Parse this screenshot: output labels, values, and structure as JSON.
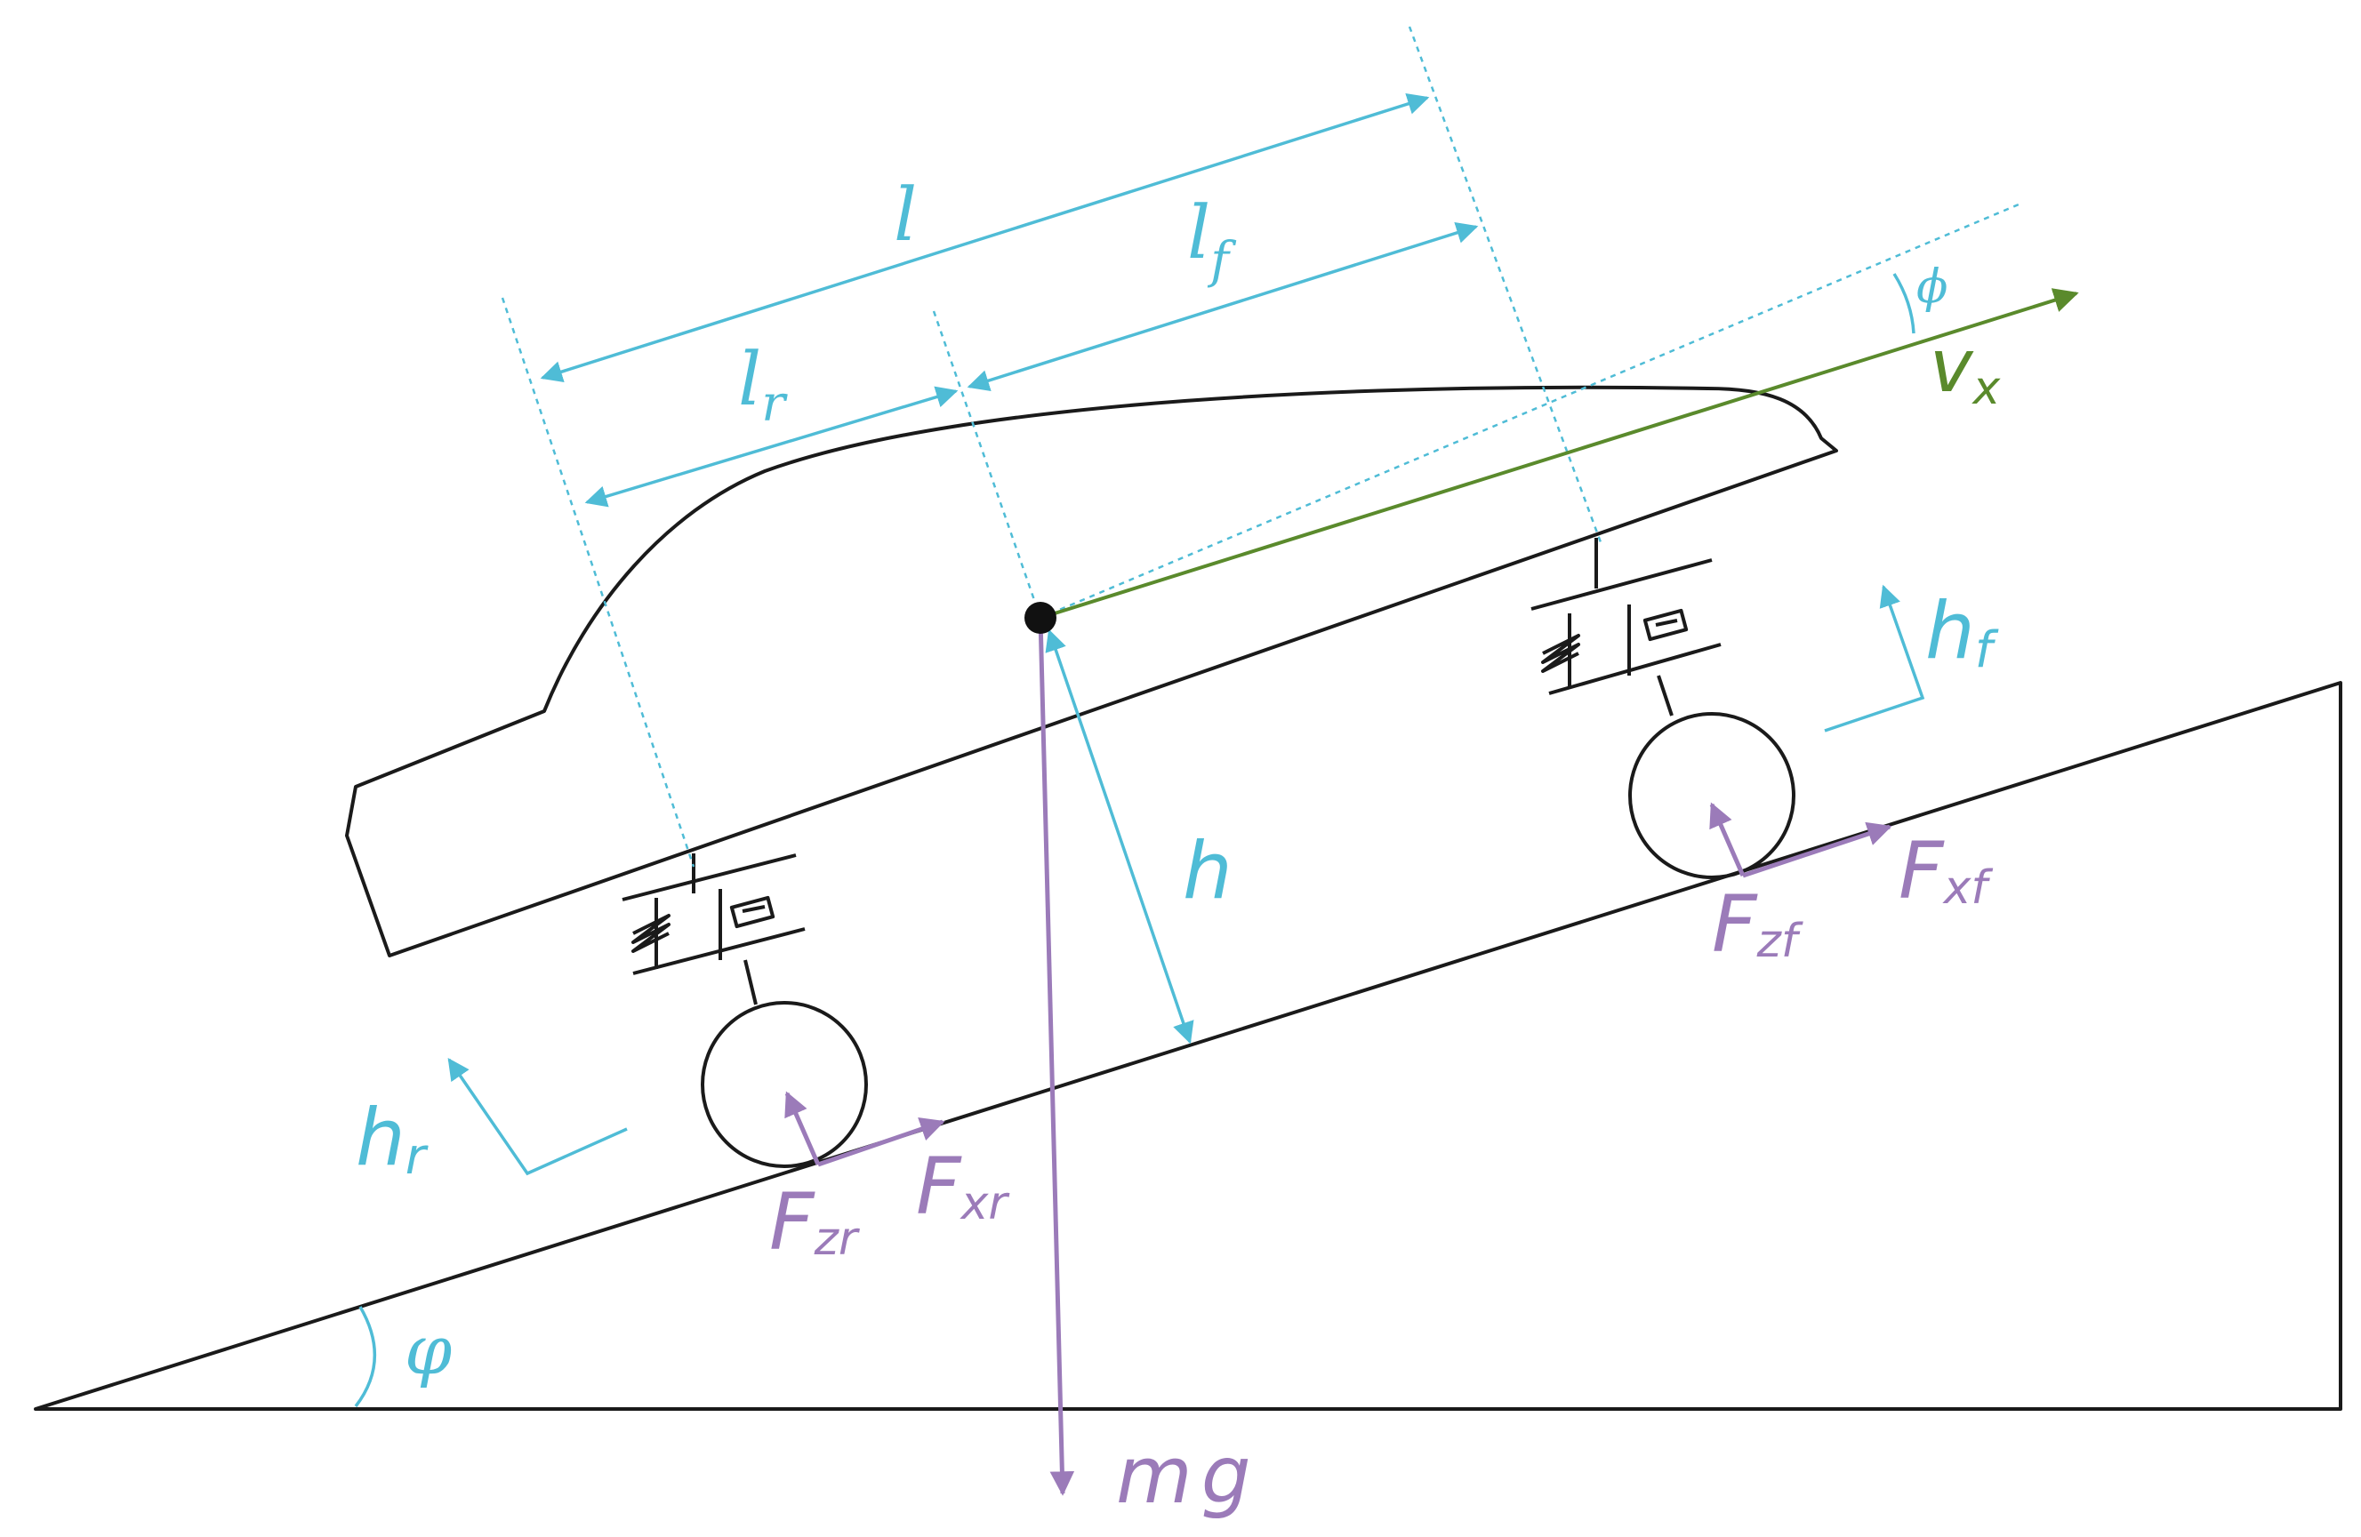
{
  "colors": {
    "outline": "#1a1a1a",
    "dimension": "#4fbcd6",
    "force": "#9b7bb9",
    "velocity": "#5a8a2c"
  },
  "labels": {
    "wheelbase": "l",
    "front_length": "l",
    "front_length_sub": "f",
    "rear_length": "l",
    "rear_length_sub": "r",
    "cg_height": "h",
    "front_height": "h",
    "front_height_sub": "f",
    "rear_height": "h",
    "rear_height_sub": "r",
    "velocity": "v",
    "velocity_sub": "x",
    "pitch_angle": "ϕ",
    "slope_angle": "φ",
    "weight": "mg",
    "front_normal_force": "F",
    "front_normal_force_sub": "zf",
    "front_traction_force": "F",
    "front_traction_force_sub": "xf",
    "rear_normal_force": "F",
    "rear_normal_force_sub": "zr",
    "rear_traction_force": "F",
    "rear_traction_force_sub": "xr"
  }
}
